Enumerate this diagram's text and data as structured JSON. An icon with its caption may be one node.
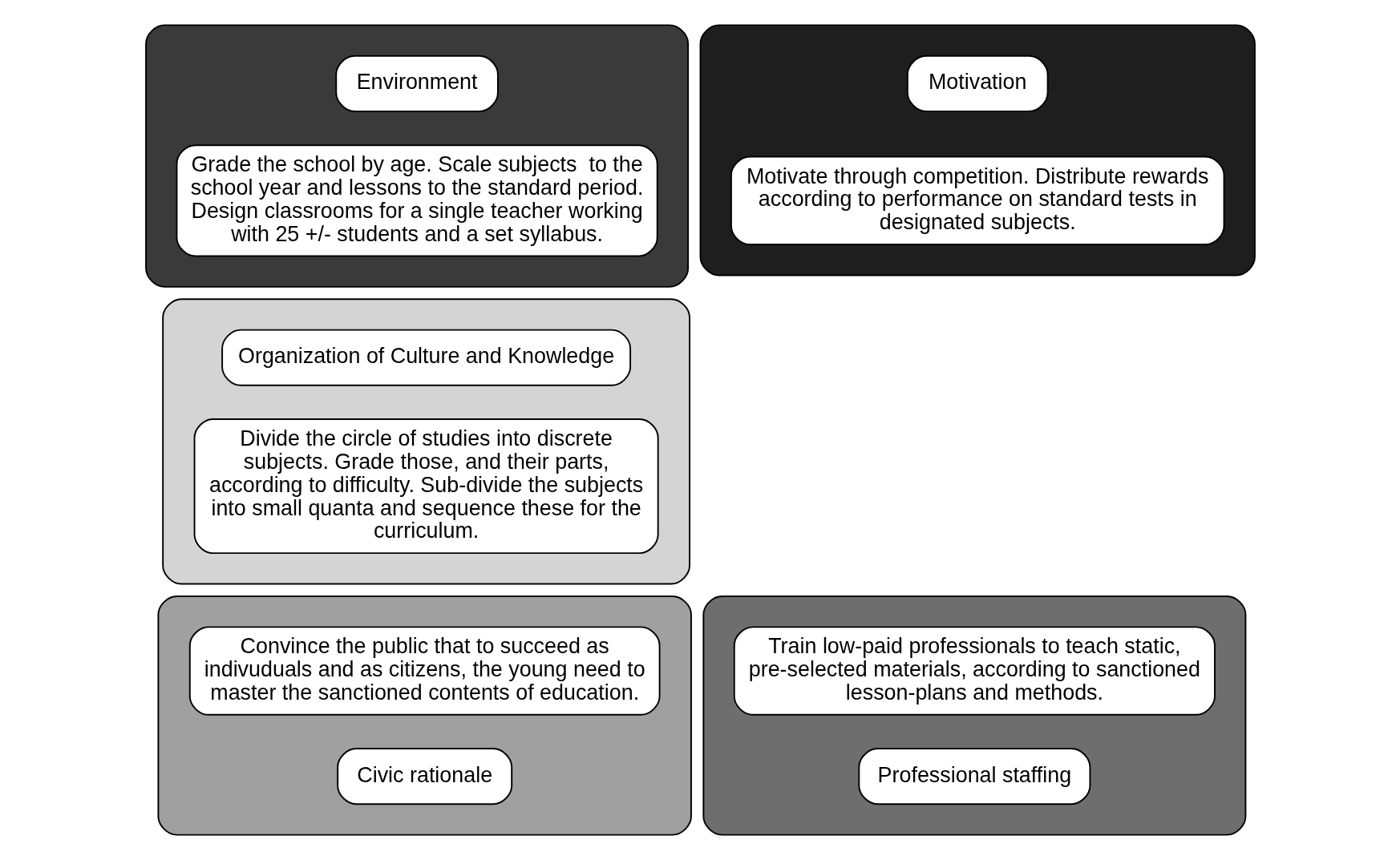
{
  "diagram": {
    "nodes": [
      {
        "text": [],
        "shape": "ellipse"
      },
      {
        "text": [
          "Environment"
        ],
        "in": 0
      },
      {
        "text": [
          "Grade the school by age. Scale subjects  to the school year and lessons to the standard period. Design classrooms for a single teacher working with 25 +/- students and a set syllabus."
        ],
        "in": 0
      },
      {
        "text": [],
        "shape": "ellipse"
      },
      {
        "text": [
          "Motivation"
        ],
        "in": 3
      },
      {
        "text": [
          "Motivate through competition. Distribute rewards according to performance on standard tests in designated subjects."
        ],
        "in": 3
      },
      {
        "text": [],
        "shape": "ellipse"
      },
      {
        "text": [
          "Organization of Culture and Knowledge"
        ],
        "in": 6
      },
      {
        "text": [
          "Divide the circle of studies into discrete subjects. Grade those, and their parts, according to difficulty. Sub-divide the subjects into small quanta and sequence these for the curriculum."
        ],
        "in": 6
      },
      {
        "text": [],
        "shape": "ellipse"
      },
      {
        "text": [
          "Convince the public that to succeed as indivuduals and as citizens, the young need to master the sanctioned contents of education."
        ],
        "in": 9
      },
      {
        "text": [
          "Civic rationale"
        ],
        "in": 9
      },
      {
        "text": [],
        "shape": "ellipse"
      },
      {
        "text": [
          "Train low-paid professionals to teach static, pre-selected materials, according to sanctioned lesson-plans and methods."
        ],
        "in": 12
      },
      {
        "text": [
          "Professional staffing"
        ],
        "in": 12
      }
    ]
  }
}
